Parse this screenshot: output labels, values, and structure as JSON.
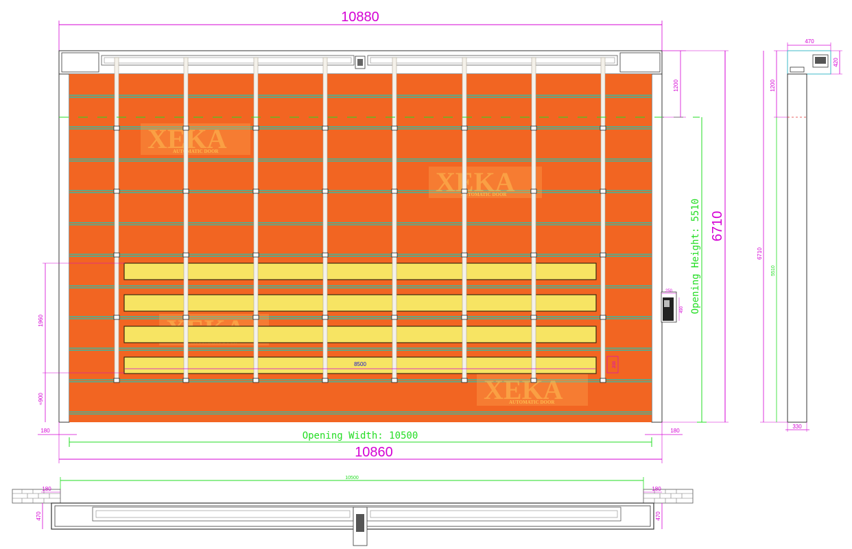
{
  "colors": {
    "door_curtain": "#f26522",
    "window_strip": "#f7e463",
    "dimension_magenta": "#d400d4",
    "dimension_green": "#22dd22",
    "frame_line": "#333333",
    "wind_bar": "#3cb8a0"
  },
  "elevation": {
    "overall_width_top": "10880",
    "overall_width_bottom": "10860",
    "overall_height": "6710",
    "header_height": "1200",
    "opening_width": "Opening Width: 10500",
    "opening_height": "Opening Height: 5510",
    "side_left": "180",
    "side_right": "180",
    "windows_zone": "1960",
    "windows_sill": "≈900",
    "window_length": "8500",
    "window_height": "200",
    "control_box_w": "250",
    "control_box_h": "490"
  },
  "side_view": {
    "depth_top": "470",
    "motor_height": "420",
    "header_height": "1200",
    "total_height": "6710",
    "opening_height": "5510",
    "base_depth": "330"
  },
  "plan_view": {
    "opening_width": "10500",
    "left_side": "180",
    "right_side": "180",
    "left_depth": "470",
    "right_depth": "470"
  },
  "watermarks": [
    {
      "text": "XEKA",
      "sub": "AUTOMATIC DOOR"
    },
    {
      "text": "XEKA",
      "sub": "AUTOMATIC DOOR"
    },
    {
      "text": "XEKA",
      "sub": "AUTOMATIC DOOR"
    },
    {
      "text": "XEKA",
      "sub": "AUTOMATIC DOOR"
    }
  ]
}
